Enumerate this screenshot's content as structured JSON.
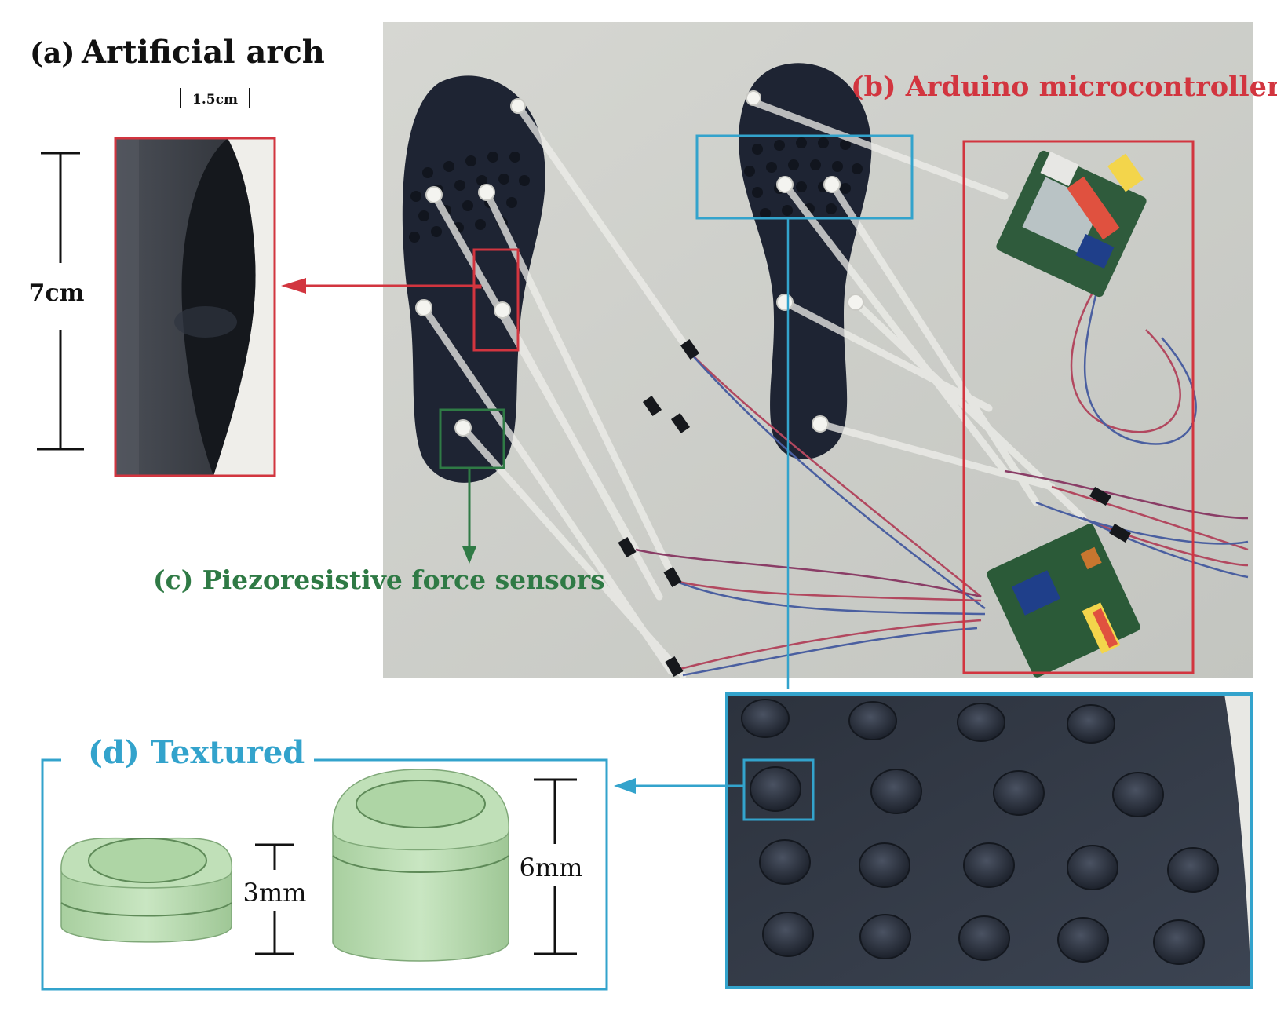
{
  "panels": {
    "a": {
      "tag": "(a)",
      "title": "Artificial arch",
      "width_label": "1.5cm",
      "height_label": "7cm"
    },
    "b": {
      "label": "(b) Arduino microcontroller"
    },
    "c": {
      "label": "(c) Piezoresistive force sensors"
    },
    "d": {
      "label": "(d) Textured",
      "short_label": "3mm",
      "tall_label": "6mm"
    }
  },
  "colors": {
    "red": "#d2353f",
    "green": "#2f7a45",
    "blue": "#33a3cc",
    "insole": "#1e2433",
    "background_photo": "#cfd1cc",
    "nub": "#b9dcb2"
  },
  "icons": [
    "arrow-left-icon",
    "arrow-down-icon",
    "arrow-left-icon"
  ]
}
